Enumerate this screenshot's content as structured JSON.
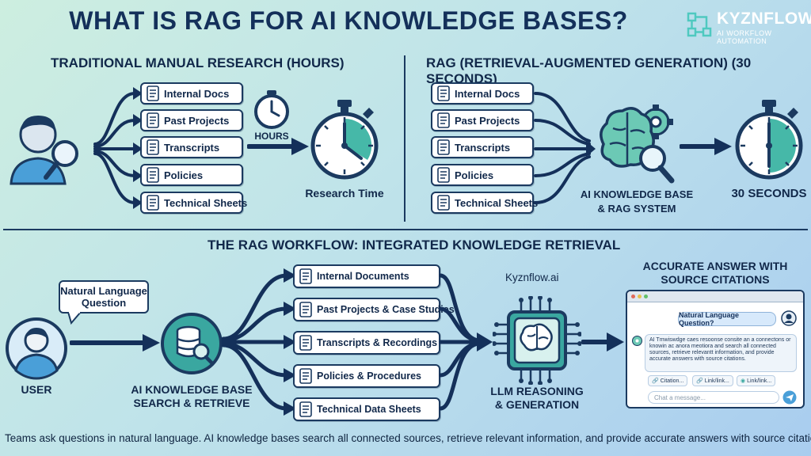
{
  "title": "WHAT IS RAG FOR AI KNOWLEDGE BASES?",
  "logo": {
    "name": "KYZNFLOW",
    "tagline": "AI WORKFLOW AUTOMATION",
    "icon": "kyznflow-logo-icon"
  },
  "traditional": {
    "heading": "TRADITIONAL MANUAL RESEARCH (HOURS)",
    "sources": [
      "Internal Docs",
      "Past Projects",
      "Transcripts",
      "Policies",
      "Technical Sheets"
    ],
    "clock_label": "HOURS",
    "timer_label": "Research Time"
  },
  "rag": {
    "heading": "RAG (RETRIEVAL-AUGMENTED GENERATION) (30 SECONDS)",
    "sources": [
      "Internal Docs",
      "Past Projects",
      "Transcripts",
      "Policies",
      "Technical Sheets"
    ],
    "system_label_1": "AI KNOWLEDGE BASE",
    "system_label_2": "& RAG SYSTEM",
    "timer_label": "30 SECONDS"
  },
  "workflow": {
    "heading": "THE RAG WORKFLOW: INTEGRATED KNOWLEDGE RETRIEVAL",
    "question": "Natural Language Question",
    "user_label": "USER",
    "search_label_1": "AI KNOWLEDGE BASE",
    "search_label_2": "SEARCH & RETRIEVE",
    "sources": [
      "Internal Documents",
      "Past Projects & Case Studies",
      "Transcripts & Recordings",
      "Policies & Procedures",
      "Technical Data Sheets"
    ],
    "site": "Kyznflow.ai",
    "llm_label_1": "LLM REASONING",
    "llm_label_2": "& GENERATION",
    "answer_heading_1": "ACCURATE ANSWER WITH",
    "answer_heading_2": "SOURCE CITATIONS",
    "chat": {
      "question": "Natural Language Question?",
      "answer": "AI Tmwiswdge caes resoonse consite an a connectons or knowin ac anora meotiora and search all connected sources, retrieve relevantt information, and provide accurate answers with source citations.",
      "chips": [
        "Citation...",
        "Link/link...",
        "Link/link..."
      ],
      "input_placeholder": "Chat a message..."
    }
  },
  "footer": "Teams ask questions in natural language. AI knowledge bases search all connected sources, retrieve relevant information, and provide accurate answers with source citations.",
  "colors": {
    "navy": "#1b3a60",
    "teal": "#3aa7a0",
    "mint": "#6cc9b5",
    "user_blue": "#4a9fd8"
  }
}
